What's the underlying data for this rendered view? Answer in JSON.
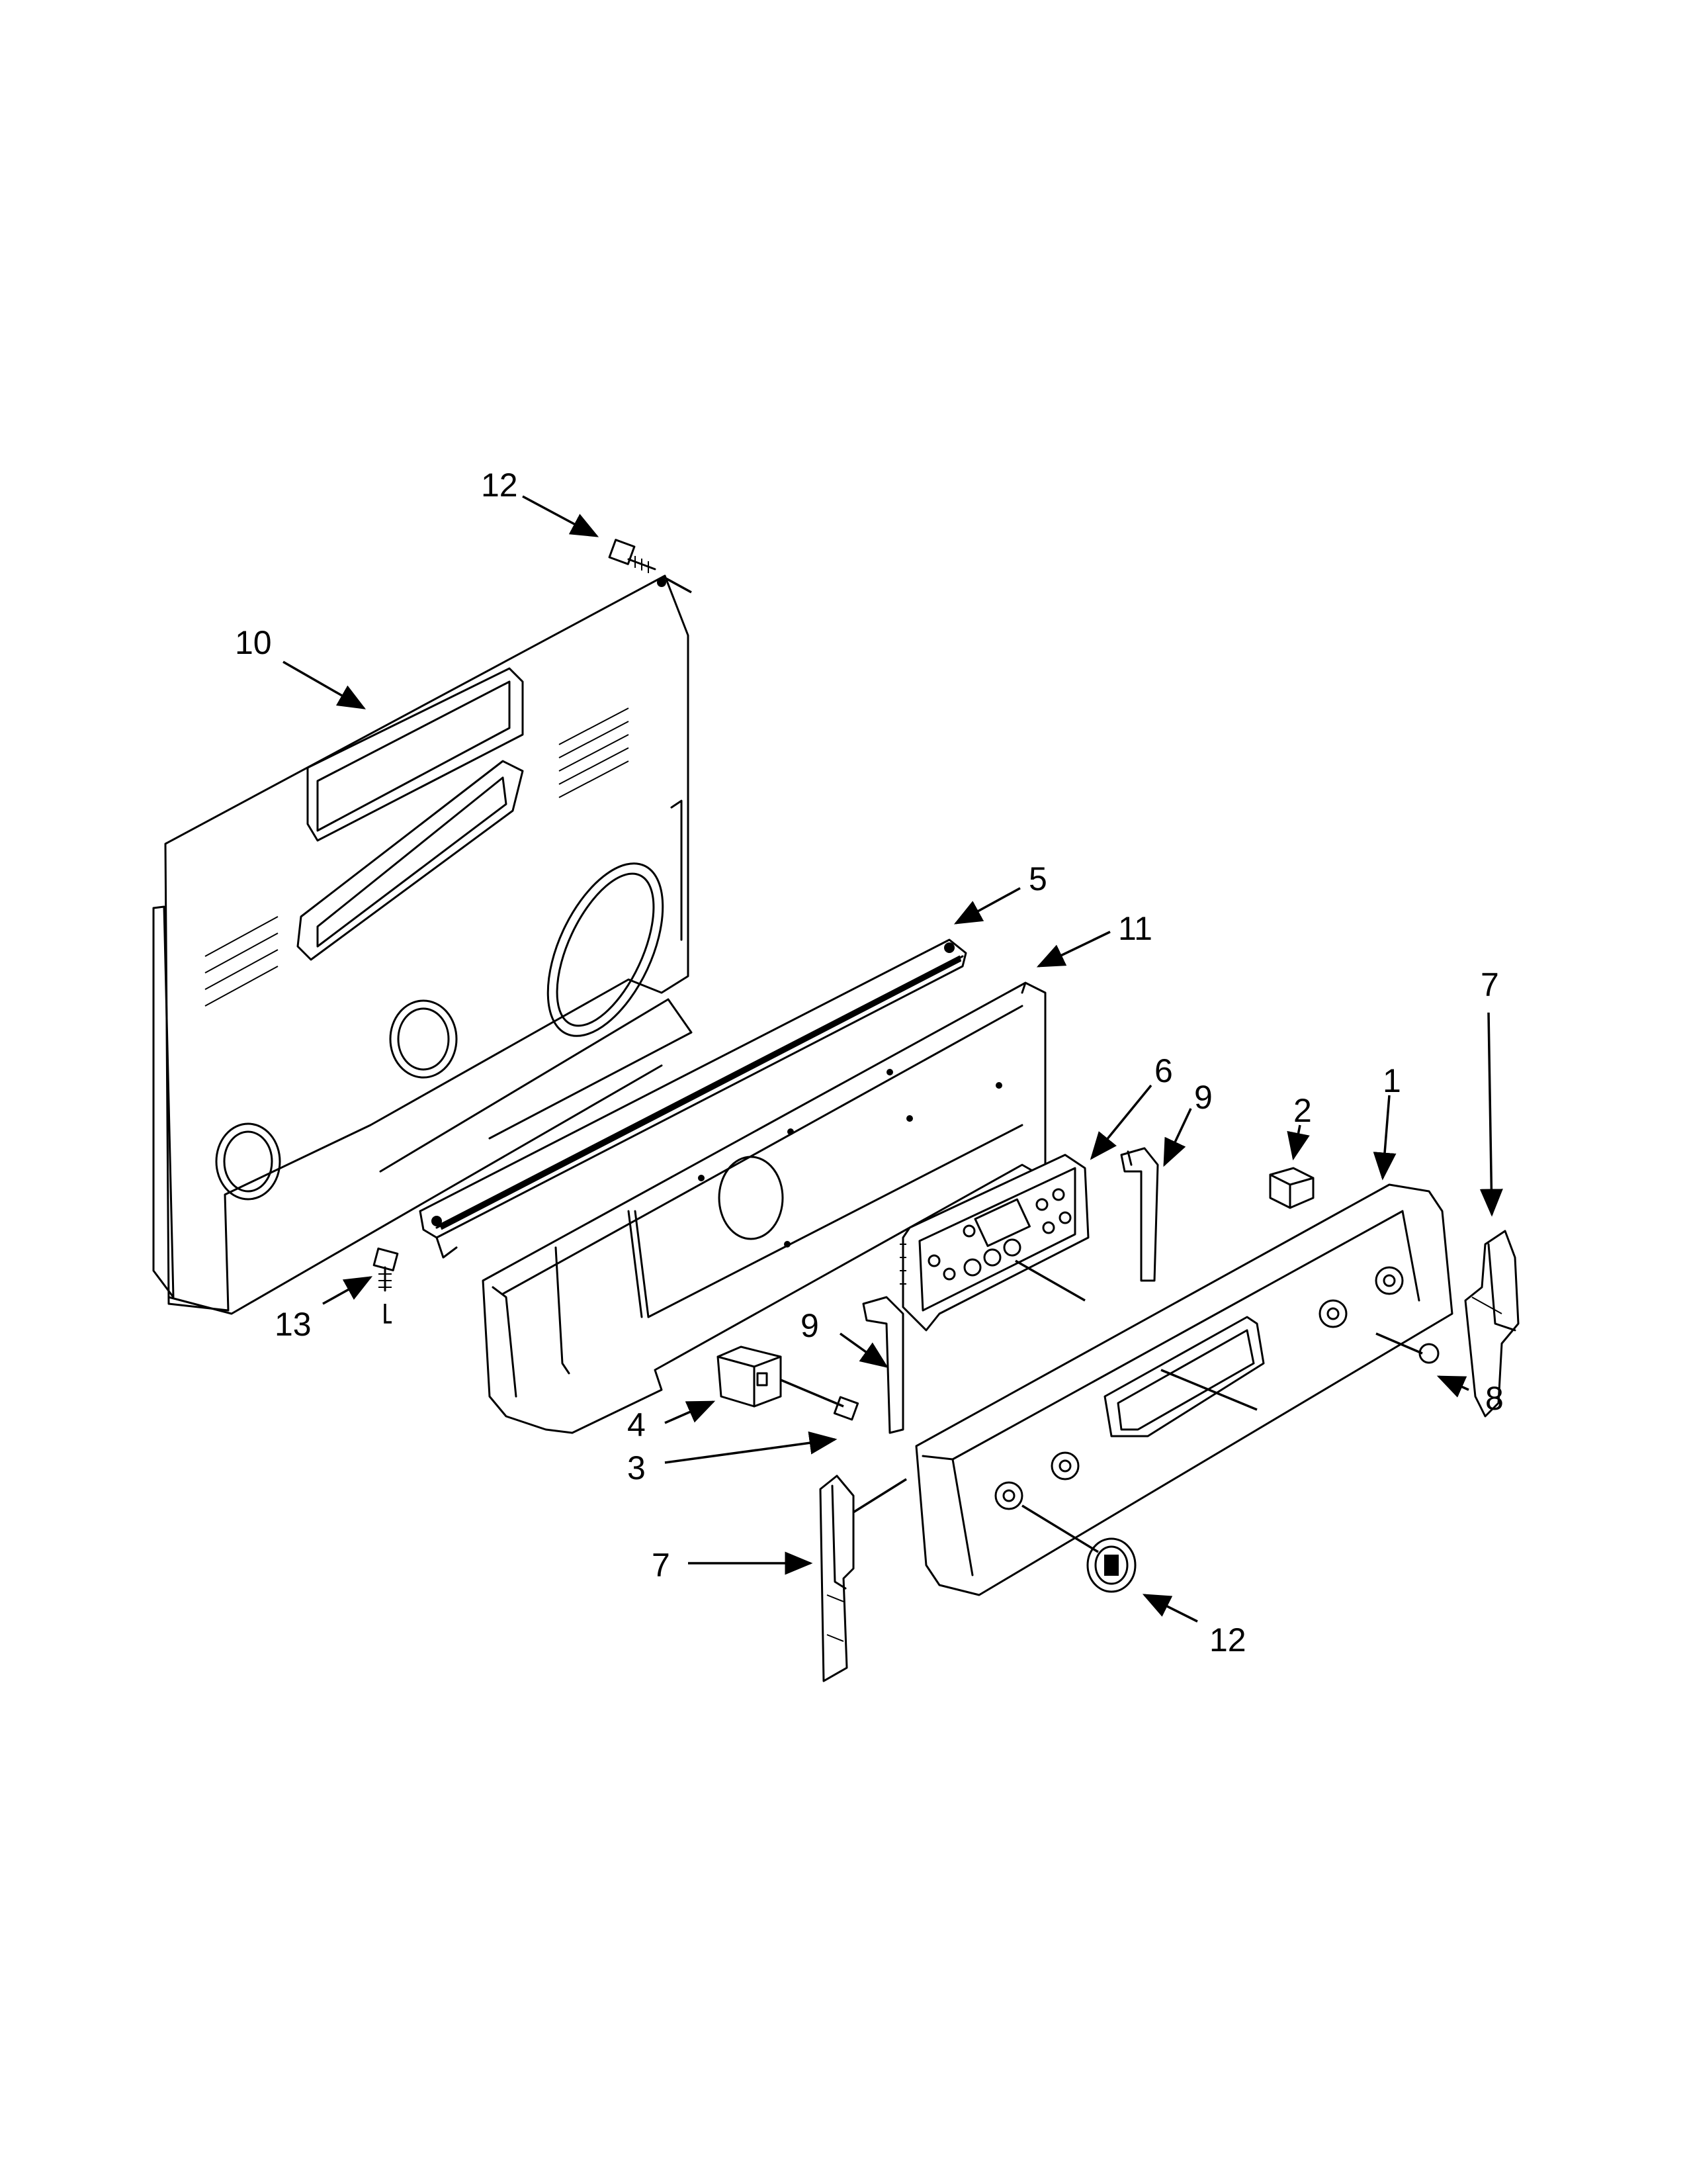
{
  "callouts": [
    {
      "id": "c1",
      "label": "1"
    },
    {
      "id": "c2",
      "label": "2"
    },
    {
      "id": "c3",
      "label": "3"
    },
    {
      "id": "c4",
      "label": "4"
    },
    {
      "id": "c5",
      "label": "5"
    },
    {
      "id": "c6",
      "label": "6"
    },
    {
      "id": "c7a",
      "label": "7"
    },
    {
      "id": "c7b",
      "label": "7"
    },
    {
      "id": "c8",
      "label": "8"
    },
    {
      "id": "c9a",
      "label": "9"
    },
    {
      "id": "c9b",
      "label": "9"
    },
    {
      "id": "c10",
      "label": "10"
    },
    {
      "id": "c11",
      "label": "11"
    },
    {
      "id": "c12a",
      "label": "12"
    },
    {
      "id": "c12b",
      "label": "12"
    },
    {
      "id": "c13",
      "label": "13"
    }
  ]
}
